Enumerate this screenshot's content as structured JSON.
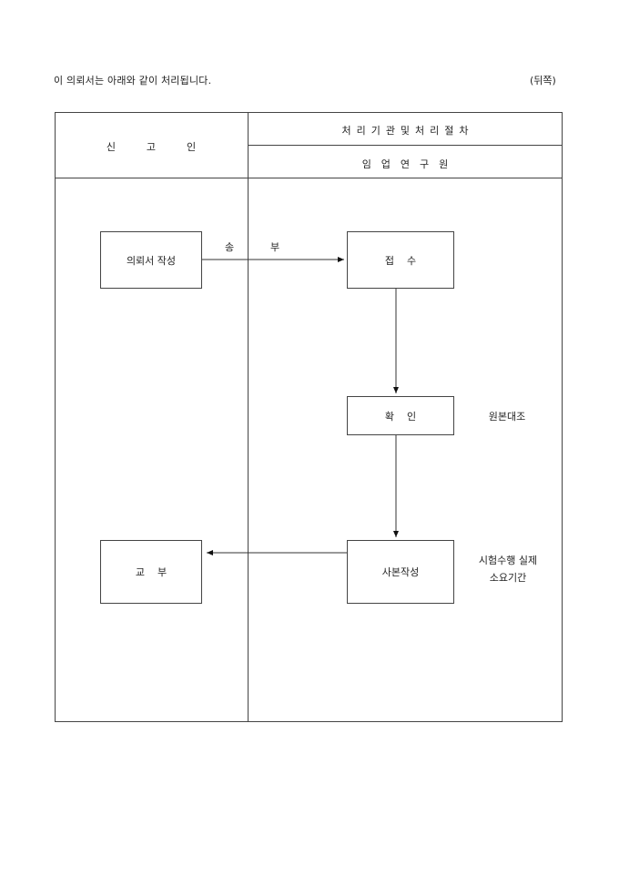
{
  "header": {
    "intro_text": "이 의뢰서는 아래와 같이 처리됩니다.",
    "side_note": "(뒤쪽)"
  },
  "table": {
    "left_header": "신고인",
    "right_header_top": "처리기관및처리절차",
    "right_header_bottom": "임업연구원"
  },
  "flow": {
    "boxes": {
      "write": "의뢰서 작성",
      "receive": "접    수",
      "confirm": "확    인",
      "copy": "사본작성",
      "deliver": "교    부"
    },
    "send_label_a": "송",
    "send_label_b": "부",
    "notes": {
      "confirm": "원본대조",
      "copy_line1": "시험수행 실제",
      "copy_line2": "소요기간"
    }
  },
  "colors": {
    "line": "#444444",
    "text": "#222222"
  }
}
